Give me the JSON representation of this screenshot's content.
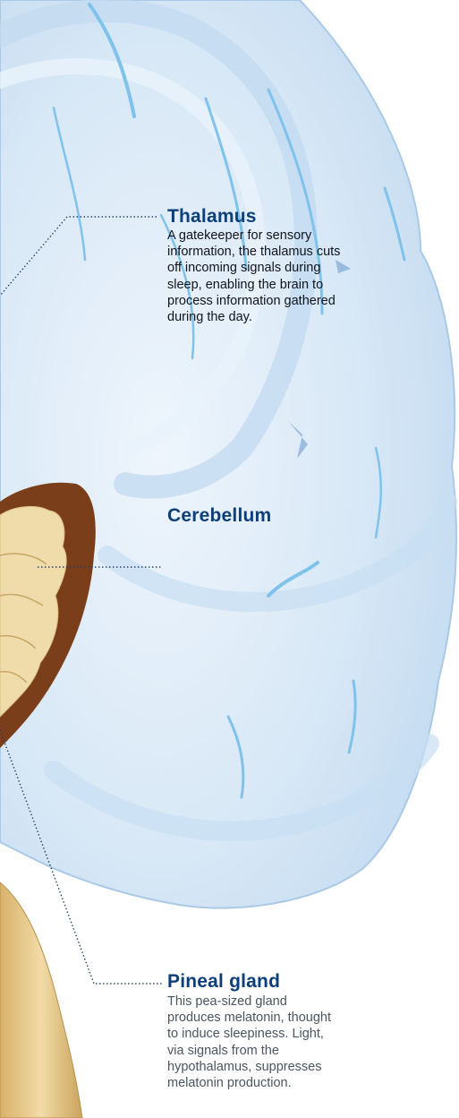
{
  "labels": {
    "thalamus": {
      "title": "Thalamus",
      "description": "A gatekeeper for sensory information, the thalamus cuts off incoming signals during sleep, enabling the brain to process information gathered during the day."
    },
    "cerebellum": {
      "title": "Cerebellum"
    },
    "pineal": {
      "title": "Pineal gland",
      "description": "This pea-sized gland produces melatonin, thought to induce sleepiness. Light, via signals from the hypothalamus, suppresses melatonin production."
    }
  },
  "colors": {
    "title_blue": "#0d3f7a",
    "brain_translucent": "#dcebf8",
    "brain_vessels": "#7fc2ec",
    "cerebellum_brown": "#7a3f1a",
    "cerebellum_cream": "#efdcaa",
    "brainstem_tan": "#e9cc8e",
    "leader_line": "#1b3d66"
  }
}
